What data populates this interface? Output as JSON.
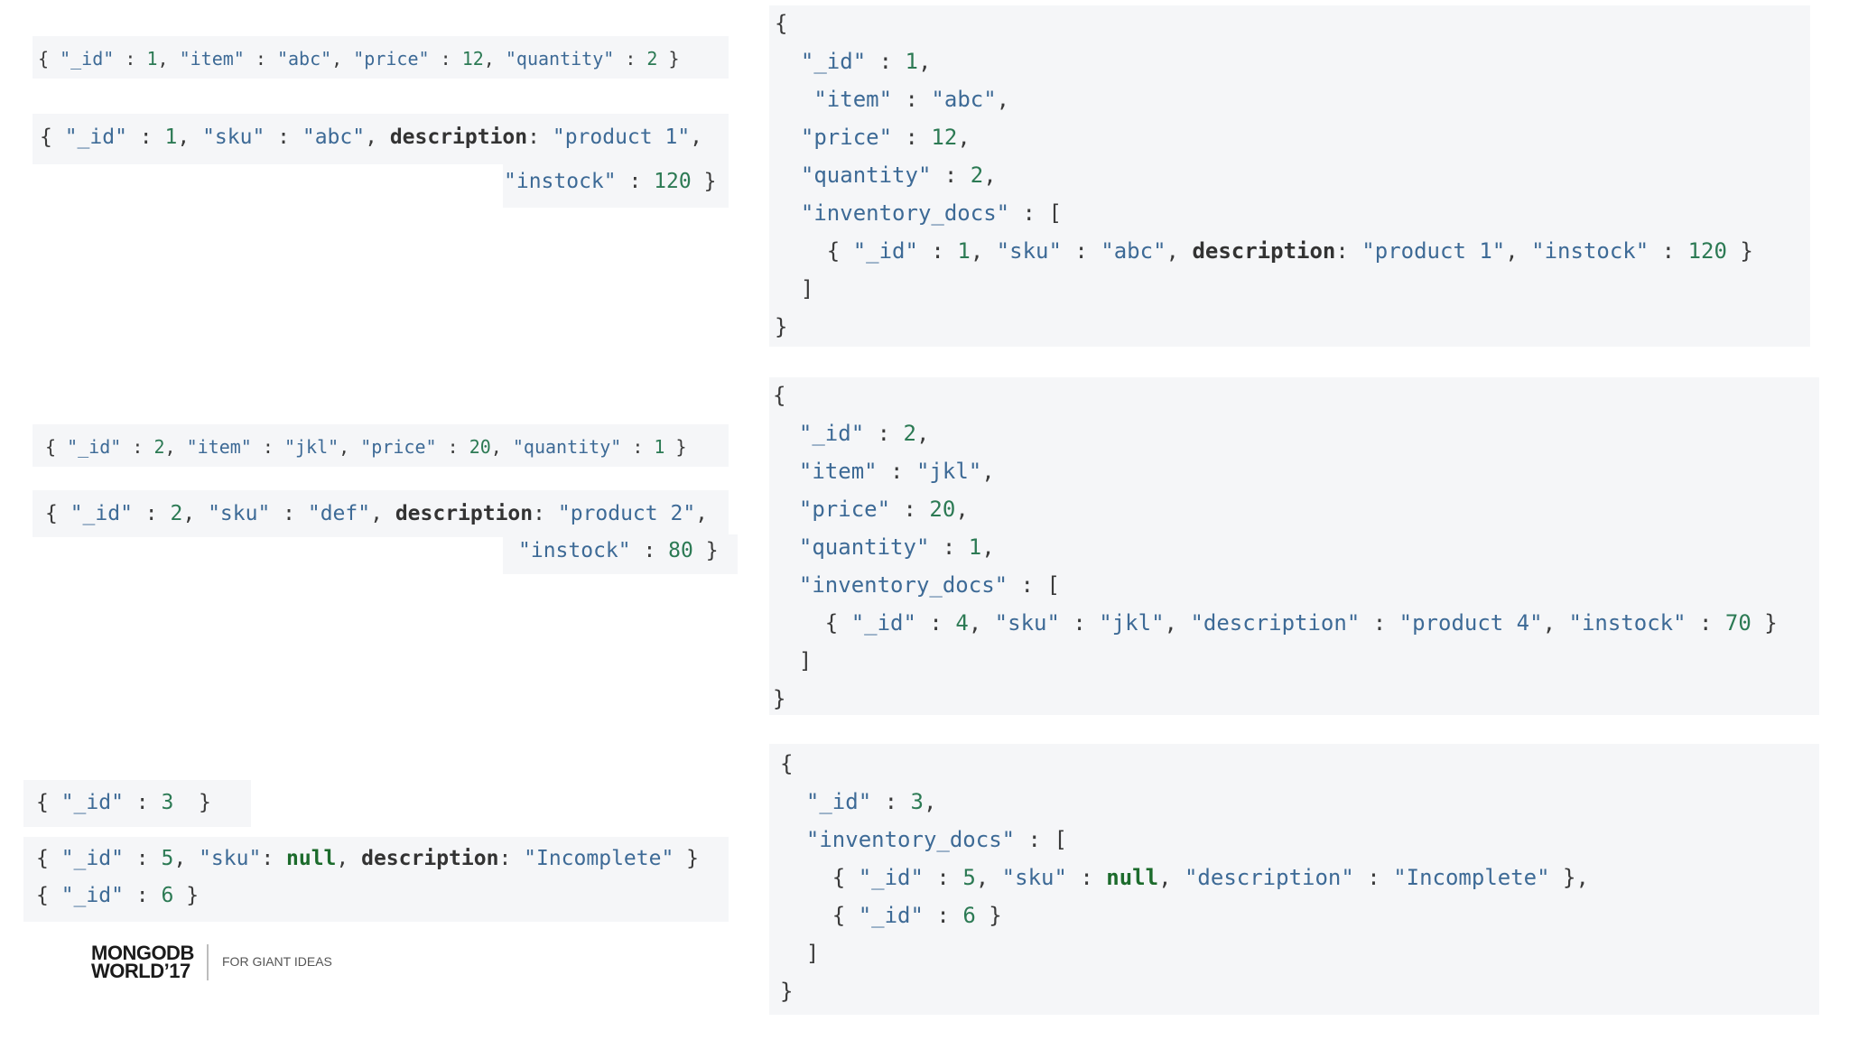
{
  "left_docs": {
    "row1": {
      "order": "{ \"_id\" : 1, \"item\" : \"abc\", \"price\" : 12, \"quantity\" : 2 }",
      "inventory_line1": "{ \"_id\" : 1, \"sku\" : \"abc\", description: \"product 1\",",
      "inventory_line2": "\"instock\" : 120 }"
    },
    "row2": {
      "order": "{ \"_id\" : 2, \"item\" : \"jkl\", \"price\" : 20, \"quantity\" : 1 }",
      "inventory_line1": "{ \"_id\" : 2, \"sku\" : \"def\", description: \"product 2\",",
      "inventory_line2": "\"instock\" : 80 }"
    },
    "row3": {
      "order": "{ \"_id\" : 3  }",
      "inventory_line1": "{ \"_id\" : 5, \"sku\": null, description: \"Incomplete\" }",
      "inventory_line2": "{ \"_id\" : 6 }"
    }
  },
  "results": [
    [
      "{",
      "  \"_id\" : 1,",
      "   \"item\" : \"abc\",",
      "  \"price\" : 12,",
      "  \"quantity\" : 2,",
      "  \"inventory_docs\" : [",
      "    { \"_id\" : 1, \"sku\" : \"abc\", description: \"product 1\", \"instock\" : 120 }",
      "  ]",
      "}"
    ],
    [
      "{",
      "  \"_id\" : 2,",
      "  \"item\" : \"jkl\",",
      "  \"price\" : 20,",
      "  \"quantity\" : 1,",
      "  \"inventory_docs\" : [",
      "    { \"_id\" : 4, \"sku\" : \"jkl\", \"description\" : \"product 4\", \"instock\" : 70 }",
      "  ]",
      "}"
    ],
    [
      "{",
      "  \"_id\" : 3,",
      "  \"inventory_docs\" : [",
      "    { \"_id\" : 5, \"sku\" : null, \"description\" : \"Incomplete\" },",
      "    { \"_id\" : 6 }",
      "  ]",
      "}"
    ]
  ],
  "branding": {
    "logo_line1": "MONGODB",
    "logo_line2": "WORLD’17",
    "tagline": "FOR GIANT IDEAS"
  },
  "colors": {
    "block_bg": "#f5f6f8",
    "string": "#3d6a96",
    "number": "#2c7a54",
    "null": "#1c6b2c"
  }
}
